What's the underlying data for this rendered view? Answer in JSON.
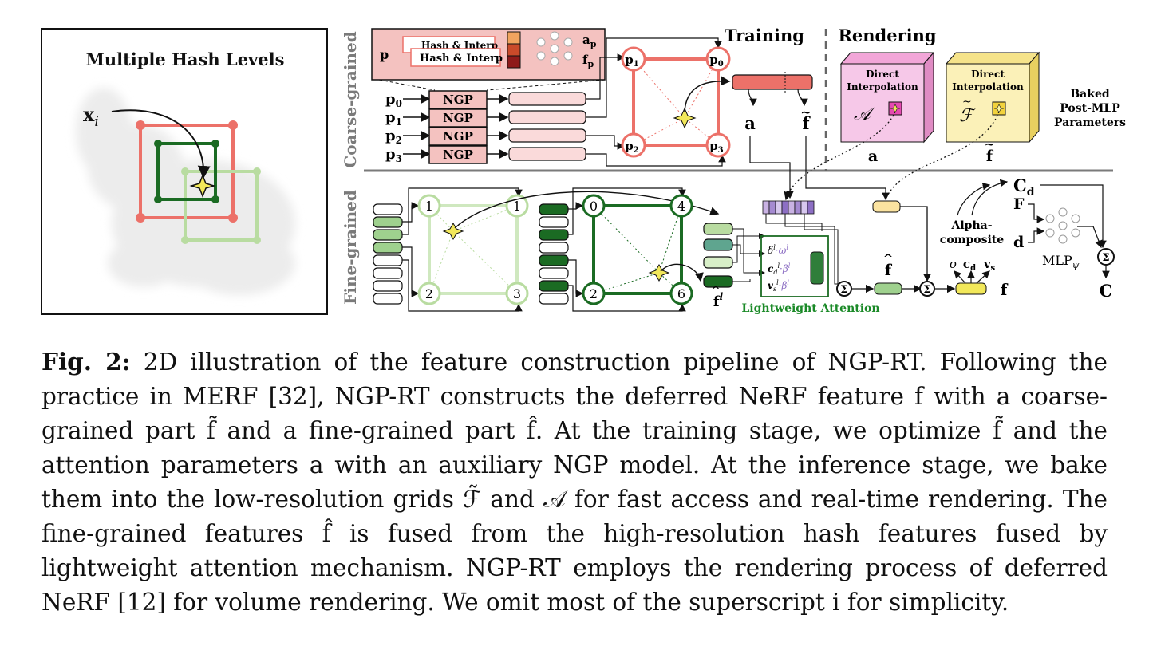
{
  "figure": {
    "left_panel": {
      "title": "Multiple Hash Levels",
      "point_label": "x",
      "point_sub": "i"
    },
    "section_labels": {
      "coarse": "Coarse-grained",
      "fine": "Fine-grained"
    },
    "training_label": "Training",
    "rendering_label": "Rendering",
    "inset": {
      "back_label": "Hash & Interp",
      "front_label": "Hash & Interp",
      "out_a": "a",
      "out_a_sub": "p",
      "out_f": "f",
      "out_f_sub": "p",
      "input": "p"
    },
    "coarse_inputs": [
      {
        "base": "p",
        "sub": "0"
      },
      {
        "base": "p",
        "sub": "1"
      },
      {
        "base": "p",
        "sub": "2"
      },
      {
        "base": "p",
        "sub": "3"
      }
    ],
    "ngp_label": "NGP",
    "coarse_square": [
      {
        "base": "p",
        "sub": "1"
      },
      {
        "base": "p",
        "sub": "0"
      },
      {
        "base": "p",
        "sub": "2"
      },
      {
        "base": "p",
        "sub": "3"
      }
    ],
    "coarse_outputs": {
      "a": "a",
      "f": "f",
      "f_accent": "~"
    },
    "cube_a": {
      "line1": "Direct",
      "line2": "Interpolation",
      "grid": "𝒜",
      "below": "a"
    },
    "cube_f": {
      "line1": "Direct",
      "line2": "Interpolation",
      "grid": "ℱ",
      "grid_accent": "~",
      "below": "f",
      "below_accent": "~"
    },
    "baked": {
      "line1": "Baked",
      "line2": "Post-MLP",
      "line3": "Parameters"
    },
    "fine_square1": [
      "1",
      "1",
      "2",
      "3"
    ],
    "fine_square2": [
      "0",
      "4",
      "2",
      "6"
    ],
    "fine_feature": {
      "base": "f",
      "accent": "^",
      "sup": "l"
    },
    "attention": {
      "label": "Lightweight Attention",
      "rows": [
        {
          "sym": "δ",
          "sup": "l",
          "weight": "ω",
          "wsup": "l"
        },
        {
          "sym": "c",
          "sub": "d",
          "sup": "l",
          "weight": "β",
          "wsup": "l"
        },
        {
          "sym": "v",
          "sub": "s",
          "sup": "l",
          "weight": "β",
          "wsup": "l"
        }
      ]
    },
    "fhat": {
      "base": "f",
      "accent": "^"
    },
    "final_f": "f",
    "sum_symbol": "Σ",
    "alpha": {
      "line1": "Alpha-",
      "line2": "composite"
    },
    "alpha_outputs": {
      "sigma": "σ",
      "c": "c",
      "c_sub": "d",
      "v": "v",
      "v_sub": "s"
    },
    "mlp": {
      "label": "MLP",
      "sub": "ψ",
      "in_F": "F",
      "in_d": "d",
      "out_Cd": "C",
      "out_Cd_sub": "d",
      "out_C": "C"
    },
    "colors": {
      "coarse_red": "#ec7169",
      "coarse_fill": "#f4c2c0",
      "light_green": "#b9dca1",
      "dark_green": "#1b6b23",
      "mid_green": "#9fd18e",
      "yellow": "#f2e85a",
      "cube_pink": "#f6c8e8",
      "cube_yellow": "#fbf1b8"
    }
  },
  "caption": {
    "label": "Fig. 2:",
    "text": "2D illustration of the feature construction pipeline of NGP-RT. Following the practice in MERF [32], NGP-RT constructs the deferred NeRF feature f with a coarse-grained part f̃ and a fine-grained part f̂. At the training stage, we optimize f̃ and the attention parameters a with an auxiliary NGP model. At the inference stage, we bake them into the low-resolution grids ℱ̃ and 𝒜 for fast access and real-time rendering. The fine-grained features f̂ is fused from the high-resolution hash features fused by lightweight attention mechanism. NGP-RT employs the rendering process of deferred NeRF [12] for volume rendering. We omit most of the superscript i for simplicity."
  }
}
